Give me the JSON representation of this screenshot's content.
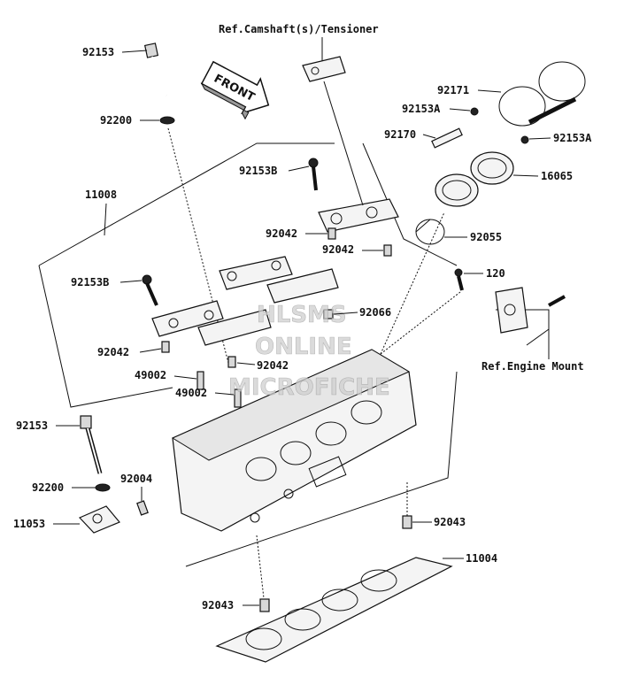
{
  "references": {
    "camshaft_tensioner": "Ref.Camshaft(s)/Tensioner",
    "engine_mount": "Ref.Engine Mount"
  },
  "direction_arrow": {
    "label": "FRONT"
  },
  "watermark": [
    "HLSMS",
    "ONLINE",
    "MICROFICHE"
  ],
  "callouts": {
    "c92153_top": "92153",
    "c92200_top": "92200",
    "c11008": "11008",
    "c92153B_right": "92153B",
    "c92042_a": "92042",
    "c92042_b": "92042",
    "c92153B_left": "92153B",
    "c92066": "92066",
    "c92042_c": "92042",
    "c49002_a": "49002",
    "c92042_d": "92042",
    "c49002_b": "49002",
    "c92153_bottom": "92153",
    "c92004": "92004",
    "c92200_bottom": "92200",
    "c11053": "11053",
    "c92043_right": "92043",
    "c11004": "11004",
    "c92043_bottom": "92043",
    "c92171": "92171",
    "c92153A_left": "92153A",
    "c92170": "92170",
    "c92153A_right": "92153A",
    "c16065": "16065",
    "c92055": "92055",
    "c120": "120"
  }
}
